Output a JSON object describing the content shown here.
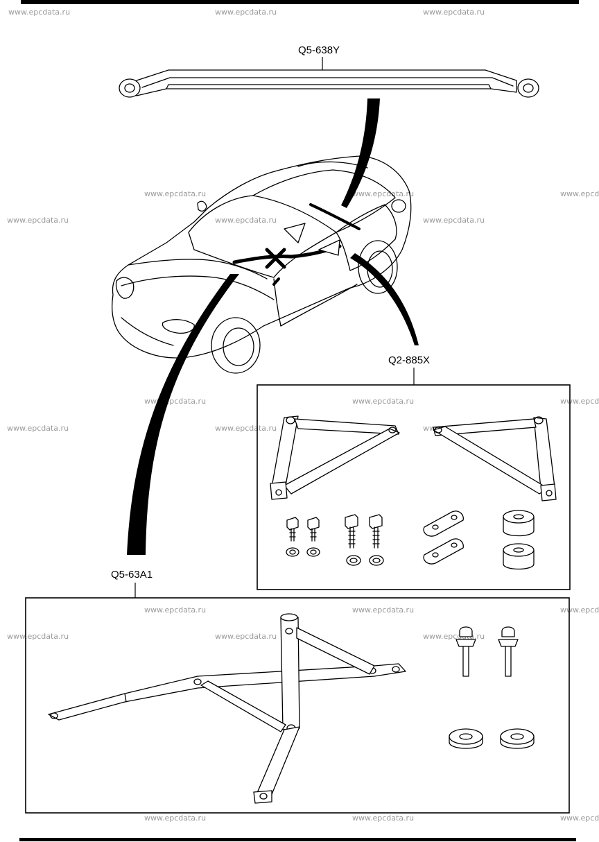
{
  "watermark_text": "www.epcdata.ru",
  "parts": {
    "top_bar": {
      "label": "Q5-638Y"
    },
    "middle_kit": {
      "label": "Q2-885X"
    },
    "bottom_kit": {
      "label": "Q5-63A1"
    }
  }
}
